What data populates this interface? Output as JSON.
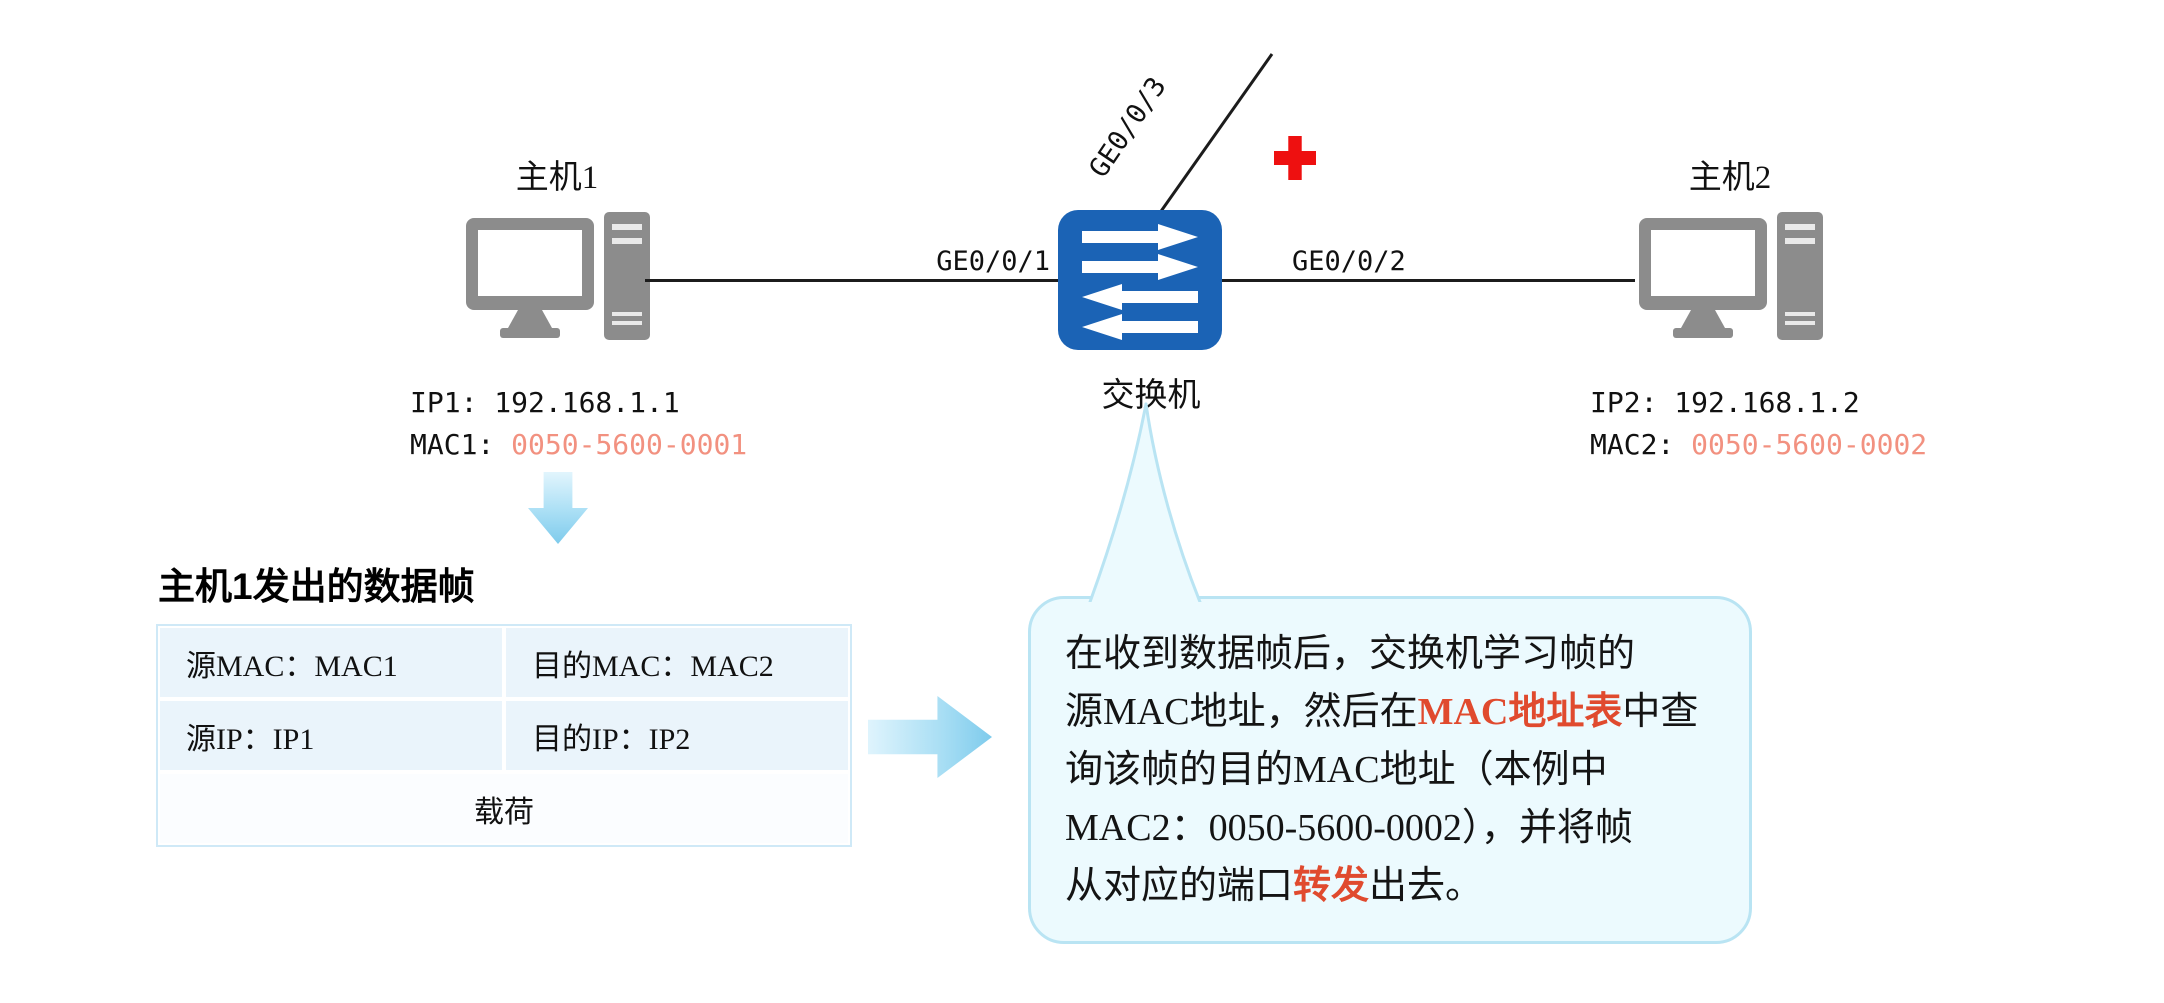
{
  "colors": {
    "switch_blue": "#1b63b5",
    "host_gray": "#8c8c8c",
    "mac_value": "#f29180",
    "highlight_red": "#e04a2e",
    "cross_red": "#ee1010",
    "table_fill": "#eaf4fb",
    "table_payload_fill": "#fbfdff",
    "bubble_fill": "#ecfafe",
    "bubble_border": "#b9e4f3"
  },
  "hosts": {
    "host1": {
      "name": "主机1",
      "ip": "IP1: 192.168.1.1",
      "mac_label": "MAC1: ",
      "mac": "0050-5600-0001"
    },
    "host2": {
      "name": "主机2",
      "ip": "IP2: 192.168.1.2",
      "mac_label": "MAC2: ",
      "mac": "0050-5600-0002"
    }
  },
  "switch": {
    "label": "交换机"
  },
  "ports": {
    "p1": "GE0/0/1",
    "p2": "GE0/0/2",
    "p3": "GE0/0/3"
  },
  "frame_table": {
    "title": "主机1发出的数据帧",
    "rows": [
      [
        "源MAC：MAC1",
        "目的MAC：MAC2"
      ],
      [
        "源IP：IP1",
        "目的IP：IP2"
      ]
    ],
    "payload": "载荷"
  },
  "callout": {
    "segments": [
      {
        "text": "在收到数据帧后，交换机学习帧的\n源MAC地址，然后在",
        "highlight": false
      },
      {
        "text": "MAC地址表",
        "highlight": true
      },
      {
        "text": "中查\n询该帧的目的MAC地址（本例中\nMAC2：0050-5600-0002），并将帧\n从对应的端口",
        "highlight": false
      },
      {
        "text": "转发",
        "highlight": true
      },
      {
        "text": "出去。",
        "highlight": false
      }
    ]
  }
}
